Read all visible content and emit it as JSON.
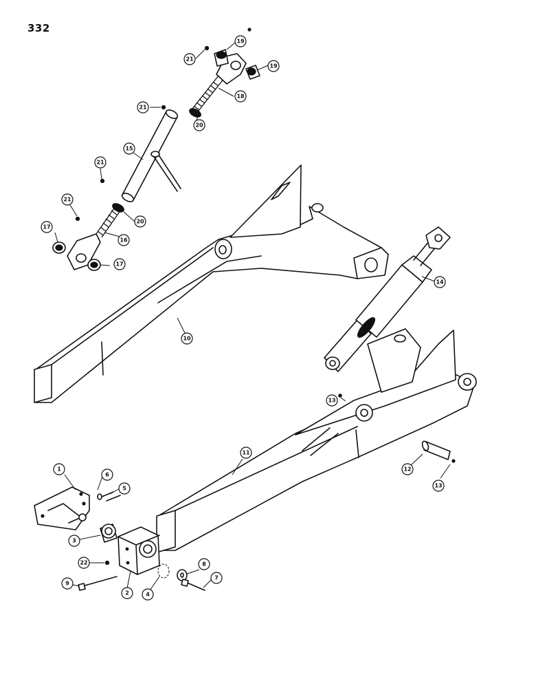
{
  "page_number": "332",
  "callouts": [
    {
      "id": "c1",
      "label": "1"
    },
    {
      "id": "c2",
      "label": "2"
    },
    {
      "id": "c3",
      "label": "3"
    },
    {
      "id": "c4",
      "label": "4"
    },
    {
      "id": "c5",
      "label": "5"
    },
    {
      "id": "c6",
      "label": "6"
    },
    {
      "id": "c7",
      "label": "7"
    },
    {
      "id": "c8",
      "label": "8"
    },
    {
      "id": "c9",
      "label": "9"
    },
    {
      "id": "c10",
      "label": "10"
    },
    {
      "id": "c11",
      "label": "11"
    },
    {
      "id": "c12",
      "label": "12"
    },
    {
      "id": "c13a",
      "label": "13"
    },
    {
      "id": "c13b",
      "label": "13"
    },
    {
      "id": "c14",
      "label": "14"
    },
    {
      "id": "c15",
      "label": "15"
    },
    {
      "id": "c16",
      "label": "16"
    },
    {
      "id": "c17a",
      "label": "17"
    },
    {
      "id": "c17b",
      "label": "17"
    },
    {
      "id": "c18",
      "label": "18"
    },
    {
      "id": "c19a",
      "label": "19"
    },
    {
      "id": "c19b",
      "label": "19"
    },
    {
      "id": "c20a",
      "label": "20"
    },
    {
      "id": "c20b",
      "label": "20"
    },
    {
      "id": "c21a",
      "label": "21"
    },
    {
      "id": "c21b",
      "label": "21"
    },
    {
      "id": "c21c",
      "label": "21"
    },
    {
      "id": "c21d",
      "label": "21"
    },
    {
      "id": "c22",
      "label": "22"
    }
  ]
}
